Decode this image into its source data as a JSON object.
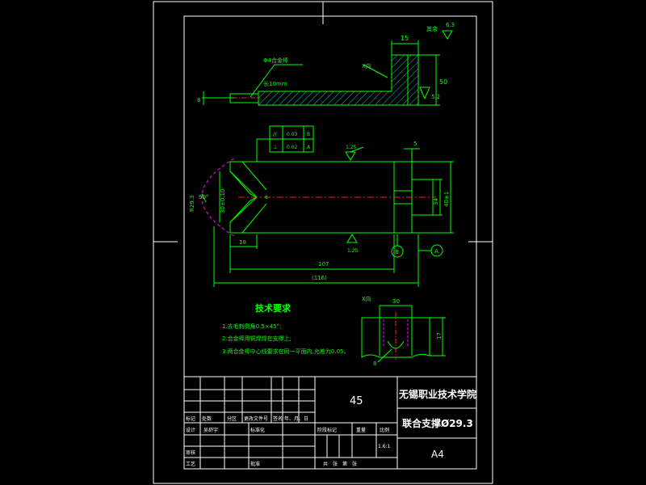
{
  "colors": {
    "background": "#000000",
    "frame": "#ffffff",
    "part": "#00ff00",
    "annotation": "#00ff00",
    "centerline": "#ff2020",
    "hidden": "#ff00ff",
    "hatch": "#00ffff",
    "title_text": "#ffffff",
    "cyan_text": "#00ffff"
  },
  "top_view": {
    "label_insert": "Φ4合金棒",
    "label_length": "长10mm",
    "dim_15": "15",
    "dim_50": "50",
    "dim_8": "8",
    "dim_5_2": "5.2",
    "view_arrow": "X向",
    "roughness_rest": "其余",
    "roughness_value": "6.3"
  },
  "front_view": {
    "tol_parallel_symbol": "//",
    "tol_parallel_value": "0.03",
    "tol_parallel_datum": "B",
    "tol_perp_symbol": "⊥",
    "tol_perp_value": "0.02",
    "tol_perp_datum": "A",
    "roughness_top": "1.25",
    "roughness_bottom": "1.25",
    "dim_5": "5",
    "dim_angle": "90°",
    "dim_r29": "R29.3",
    "dim_30": "30±0.10",
    "dim_34": "34",
    "dim_40": "40±1",
    "dim_6": "6",
    "dim_18": "18",
    "dim_107": "107",
    "dim_116": "(116)",
    "datum_a": "A",
    "datum_b": "B"
  },
  "tech_requirements": {
    "title": "技术要求",
    "items": [
      "1.去毛刺倒角0.5×45°;",
      "2.合金棒用铜焊焊在支撑上;",
      "3.两合金棒中心线要求在同一平面内,允差为0.05。"
    ]
  },
  "section_view": {
    "label": "X向",
    "dim_30": "30",
    "dim_17": "17",
    "dim_8": "8"
  },
  "title_block": {
    "material": "45",
    "school": "无锡职业技术学院",
    "part_name": "联合支撑Ø29.3",
    "sheet_size": "A4",
    "row_labels": [
      "标记",
      "处数",
      "分区",
      "更改文件号",
      "签名",
      "年、月、日"
    ],
    "design_label": "设计",
    "designer": "吴舒宇",
    "standard_label": "标准化",
    "review_label": "审核",
    "process_label": "工艺",
    "approve_label": "批准",
    "stage_label": "阶段标记",
    "weight_label": "重量",
    "scale_label": "比例",
    "scale_value": "1.6:1",
    "sheets_label": "共　张　第　张"
  }
}
